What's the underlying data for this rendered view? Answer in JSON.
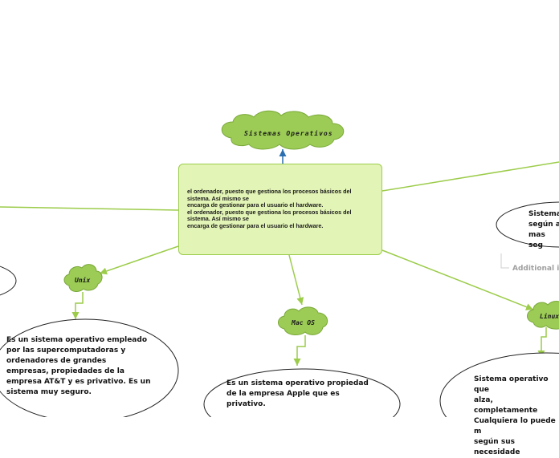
{
  "root": {
    "title": "Sistemas Operativos"
  },
  "central": {
    "text_1": "el ordenador, puesto que gestiona los procesos básicos del\nsistema. Así mismo se\nencarga de gestionar para el usuario el hardware.",
    "text_2": "el ordenador, puesto que gestiona los procesos básicos del\nsistema. Así mismo se\nencarga de gestionar para el usuario el hardware."
  },
  "branches": {
    "unix": {
      "title": "Unix",
      "description": "Es un sistema operativo empleado\npor las supercomputadoras y\nordenadores de grandes\nempresas, propiedades de la\nempresa AT&T y es privativo. Es un\nsistema muy seguro."
    },
    "macos": {
      "title": "Mac OS",
      "description": "Es un sistema operativo propiedad\nde la empresa Apple que es\nprivativo."
    },
    "linux": {
      "title": "Linux",
      "description": "Sistema operativo que\nalza, completamente\nCualquiera lo puede m\nsegún sus necesidade"
    },
    "right_top": {
      "description": "Sistema\nsegún a\nmas seg"
    },
    "additional_label": "Additional i"
  },
  "colors": {
    "cloud_fill": "#9ccc55",
    "cloud_stroke": "#7aa83a",
    "connector": "#9ccc4a",
    "root_connector": "#2a6fb0",
    "central_fill": "#e3f5b6"
  }
}
